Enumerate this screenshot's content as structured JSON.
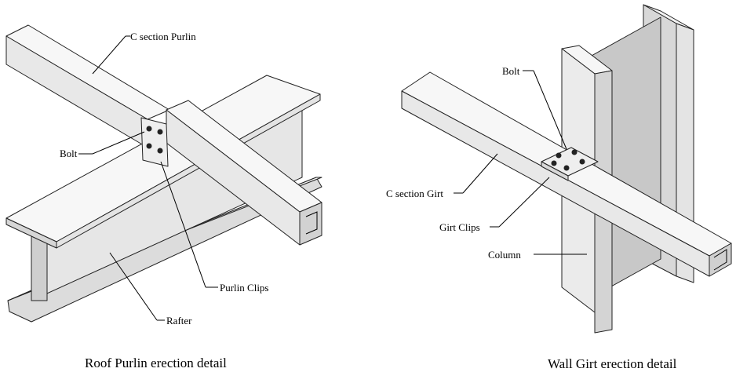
{
  "left_detail": {
    "caption": "Roof Purlin erection detail",
    "labels": {
      "purlin": "C section Purlin",
      "bolt": "Bolt",
      "clips": "Purlin Clips",
      "rafter": "Rafter"
    }
  },
  "right_detail": {
    "caption": "Wall Girt erection detail",
    "labels": {
      "bolt": "Bolt",
      "girt": "C section Girt",
      "clips": "Girt Clips",
      "column": "Column"
    }
  },
  "colors": {
    "line": "#000000",
    "steel_light": "#f4f4f4",
    "steel_mid": "#e2e2e2",
    "steel_dark": "#c9c9c9"
  }
}
